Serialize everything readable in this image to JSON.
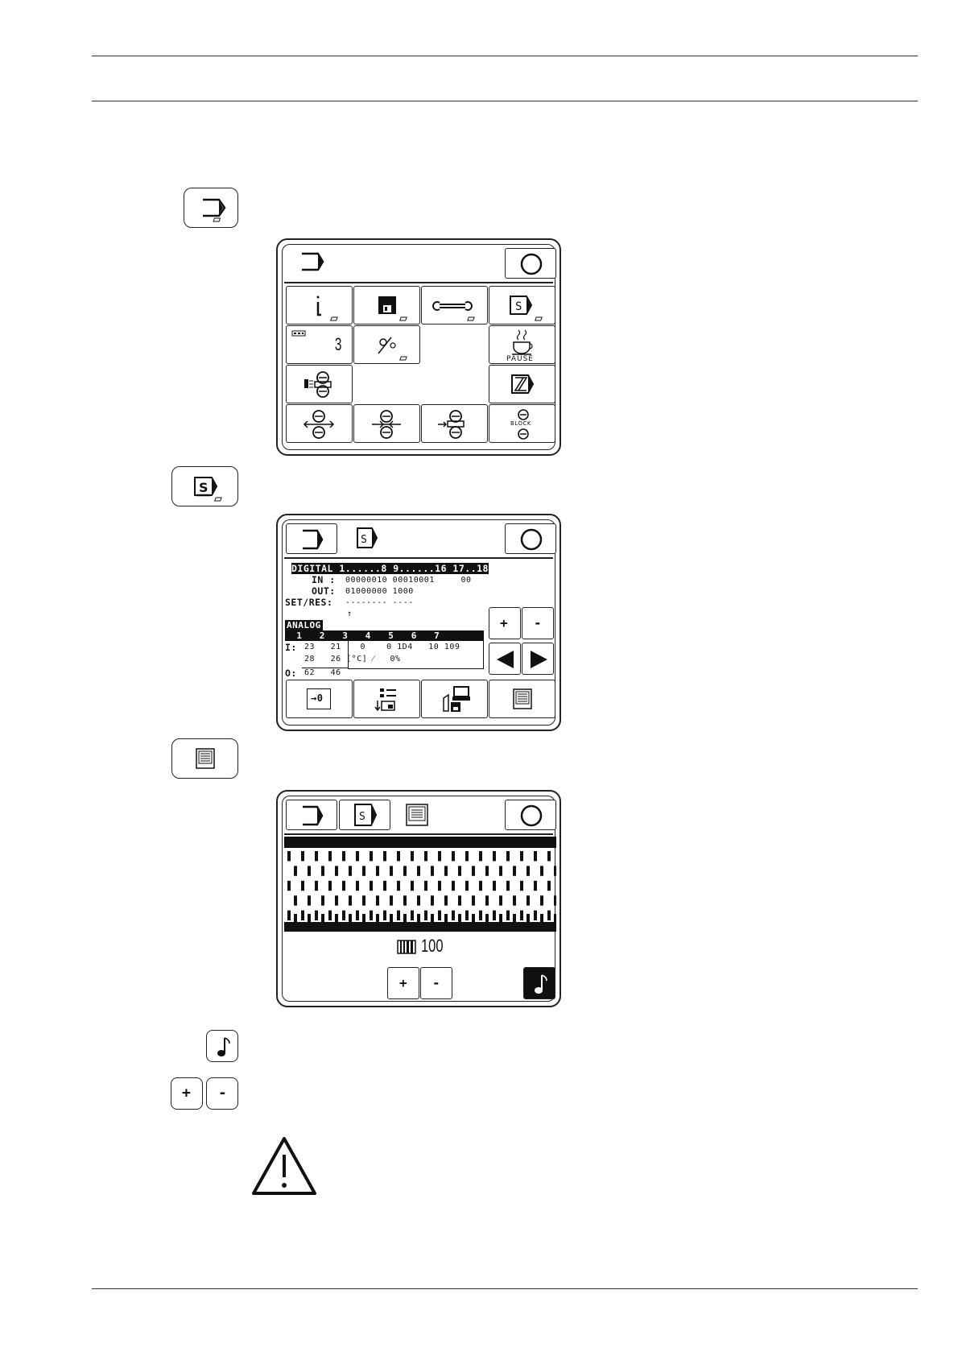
{
  "labels": {
    "pause": "PAUSE",
    "block": "BLOCK",
    "counter_value": "3",
    "reset_zero": "→0"
  },
  "io_screen": {
    "digital_header": "DIGITAL 1......8 9......16 17..18",
    "in_label": "IN :",
    "in_value": "00000010 00010001     00",
    "out_label": "OUT:",
    "out_value": "01000000 1000",
    "setres_label": "SET/RES:",
    "setres_value": "-------- ----",
    "arrow": "↑",
    "analog_label": "ANALOG",
    "analog_header": "  1   2   3   4   5   6   7",
    "i_label": "I:",
    "i_row1_left": "23   21",
    "i_row1_right": " 0    0 1D4   10 109",
    "i_row2": "28   26 [°C] ⁄   0%",
    "o_label": "O:",
    "o_value": "62   46",
    "plus": "+",
    "minus": "-"
  },
  "volume_screen": {
    "value": "100",
    "plus": "+",
    "minus": "-"
  },
  "standalone_keys": {
    "plus": "+",
    "minus": "-"
  },
  "icons": [
    "menu-icon",
    "service-icon",
    "info-icon",
    "floppy-icon",
    "wrench-icon",
    "counter-icon",
    "thread-icon",
    "pause-icon",
    "sensor-icon",
    "zz-icon",
    "block-icon",
    "display-test-icon",
    "note-icon",
    "stop-icon",
    "warning-icon"
  ]
}
